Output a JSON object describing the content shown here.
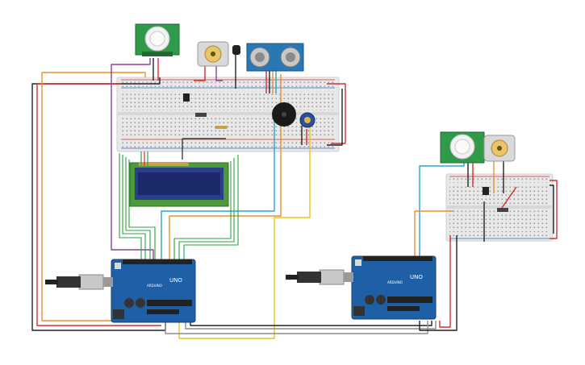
{
  "boards": {
    "left_board": {
      "logo_text": "UNO",
      "brand_text": "ARDUINO"
    },
    "right_board": {
      "logo_text": "UNO",
      "brand_text": "ARDUINO"
    }
  },
  "colors": {
    "board_blue": "#1f5fa6",
    "breadboard": "#e6e6e6",
    "lcd_green": "#4c9a3c",
    "lcd_screen": "#1c2a6b",
    "pir_green": "#2f9a48",
    "ultrasonic_blue": "#2a78b3",
    "wire_red": "#d32f2f",
    "wire_black": "#222222",
    "wire_green": "#2ea043",
    "wire_orange": "#e8912d",
    "wire_yellow": "#e8c31e",
    "wire_purple": "#8b3fa1",
    "wire_cyan": "#29a5c8",
    "wire_gray": "#8a8a8a"
  },
  "icons": [
    "usb-cable-icon",
    "motor-icon",
    "buzzer-icon",
    "potentiometer-icon",
    "pir-sensor-icon",
    "ultrasonic-sensor-icon",
    "temperature-sensor-icon",
    "transistor-icon",
    "resistor-icon",
    "lcd-display-icon"
  ]
}
